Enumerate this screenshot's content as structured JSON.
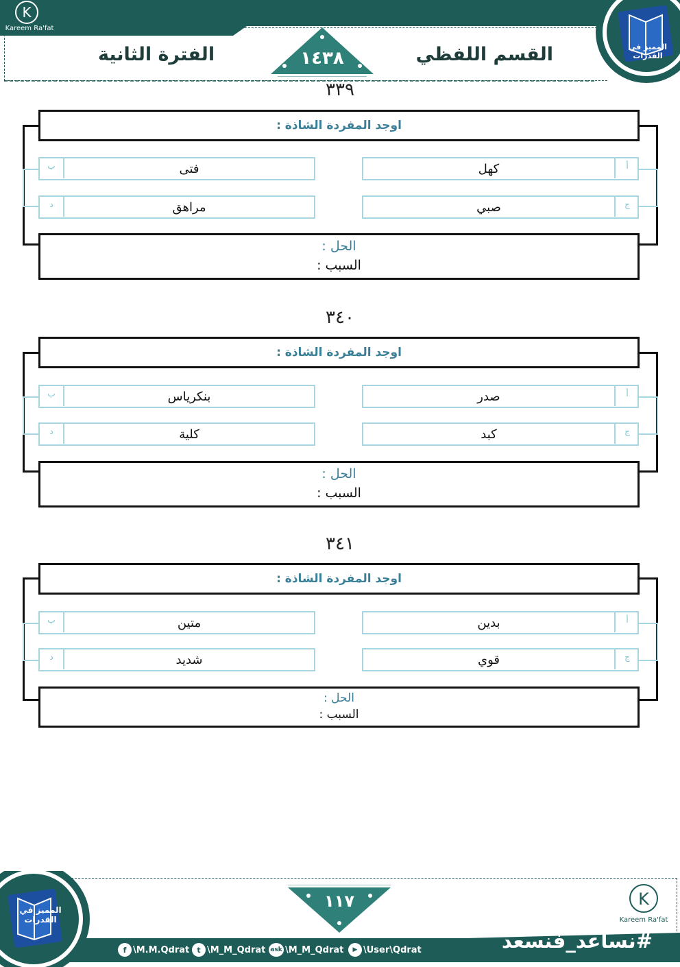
{
  "header": {
    "brand": "Kareem Ra'fat",
    "section_title": "القسم اللفظي",
    "period_title": "الفترة الثانية",
    "year": "١٤٣٨",
    "side_logo_text": "المميز في القدرات"
  },
  "questions": [
    {
      "number": "٣٣٩",
      "prompt": "اوجد المفردة الشاذة :",
      "options": [
        {
          "letter": "أ",
          "text": "كهل"
        },
        {
          "letter": "ب",
          "text": "فتى"
        },
        {
          "letter": "ج",
          "text": "صبي"
        },
        {
          "letter": "د",
          "text": "مراهق"
        }
      ],
      "solution_label": "الحل :",
      "reason_label": "السبب :"
    },
    {
      "number": "٣٤٠",
      "prompt": "اوجد المفردة الشاذة :",
      "options": [
        {
          "letter": "أ",
          "text": "صدر"
        },
        {
          "letter": "ب",
          "text": "بنكرياس"
        },
        {
          "letter": "ج",
          "text": "كبد"
        },
        {
          "letter": "د",
          "text": "كلية"
        }
      ],
      "solution_label": "الحل :",
      "reason_label": "السبب :"
    },
    {
      "number": "٣٤١",
      "prompt": "اوجد المفردة الشاذة :",
      "options": [
        {
          "letter": "أ",
          "text": "بدين"
        },
        {
          "letter": "ب",
          "text": "متين"
        },
        {
          "letter": "ج",
          "text": "قوي"
        },
        {
          "letter": "د",
          "text": "شديد"
        }
      ],
      "solution_label": "الحل :",
      "reason_label": "السبب :"
    }
  ],
  "footer": {
    "page_number": "١١٧",
    "hashtag": "#نساعد_فنسعد",
    "brand": "Kareem Ra'fat",
    "side_logo_text": "المميز في القدرات",
    "social": [
      {
        "icon": "facebook-icon",
        "glyph": "f",
        "handle": "\\M.M.Qdrat"
      },
      {
        "icon": "twitter-icon",
        "glyph": "t",
        "handle": "\\M_M_Qdrat"
      },
      {
        "icon": "ask-icon",
        "glyph": "ask",
        "handle": "\\M_M_Qdrat"
      },
      {
        "icon": "youtube-icon",
        "glyph": "▶",
        "handle": "\\User\\Qdrat"
      }
    ]
  },
  "colors": {
    "primary": "#1e5c58",
    "accent_text": "#3a7f98",
    "option_border": "#a8d6e0",
    "logo_blue": "#1d4fa0"
  }
}
